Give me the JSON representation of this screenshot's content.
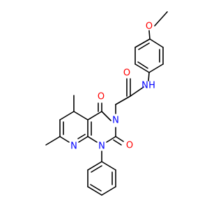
{
  "molecule": {
    "atoms": {
      "methoxy_o": {
        "label": "O",
        "color": "#ff0000"
      },
      "amide_nh": {
        "label": "N",
        "color": "#0000ff"
      },
      "amide_h": {
        "label": "H",
        "color": "#0000ff"
      },
      "amide_o": {
        "label": "O",
        "color": "#ff0000"
      },
      "ring_n3": {
        "label": "N",
        "color": "#0000ff"
      },
      "c4_o": {
        "label": "O",
        "color": "#ff0000"
      },
      "c2_o": {
        "label": "O",
        "color": "#ff0000"
      },
      "ring_n1": {
        "label": "N",
        "color": "#0000ff"
      },
      "pyridine_n8": {
        "label": "N",
        "color": "#0000ff"
      }
    },
    "bond_color": "#000000"
  }
}
